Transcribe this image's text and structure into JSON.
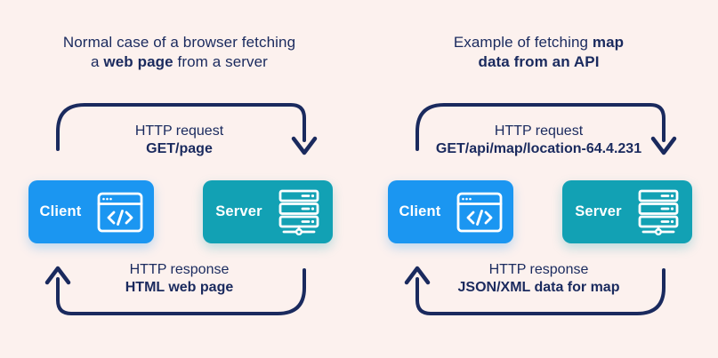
{
  "colors": {
    "background": "#fcf1ee",
    "ink": "#1a2a5e",
    "client": "#1b96f1",
    "server": "#12a1b4"
  },
  "icons": {
    "client": "browser-code-icon",
    "server": "server-rack-icon",
    "request": "request-arrow-icon",
    "response": "response-arrow-icon"
  },
  "panels": [
    {
      "name": "web-page-fetch",
      "title": {
        "line1": {
          "pre": "Normal case of a browser fetching",
          "bold": "",
          "post": ""
        },
        "line2": {
          "pre": "a ",
          "bold": "web page",
          "post": " from a server"
        }
      },
      "request": {
        "label": "HTTP request",
        "detail": "GET/page"
      },
      "response": {
        "label": "HTTP response",
        "detail": "HTML web page"
      },
      "client_label": "Client",
      "server_label": "Server"
    },
    {
      "name": "api-map-fetch",
      "title": {
        "line1": {
          "pre": "Example of fetching ",
          "bold": "map",
          "post": ""
        },
        "line2": {
          "pre": "",
          "bold": "data from an API",
          "post": ""
        }
      },
      "request": {
        "label": "HTTP request",
        "detail": "GET/api/map/location-64.4.231"
      },
      "response": {
        "label": "HTTP response",
        "detail": "JSON/XML data for map"
      },
      "client_label": "Client",
      "server_label": "Server"
    }
  ]
}
